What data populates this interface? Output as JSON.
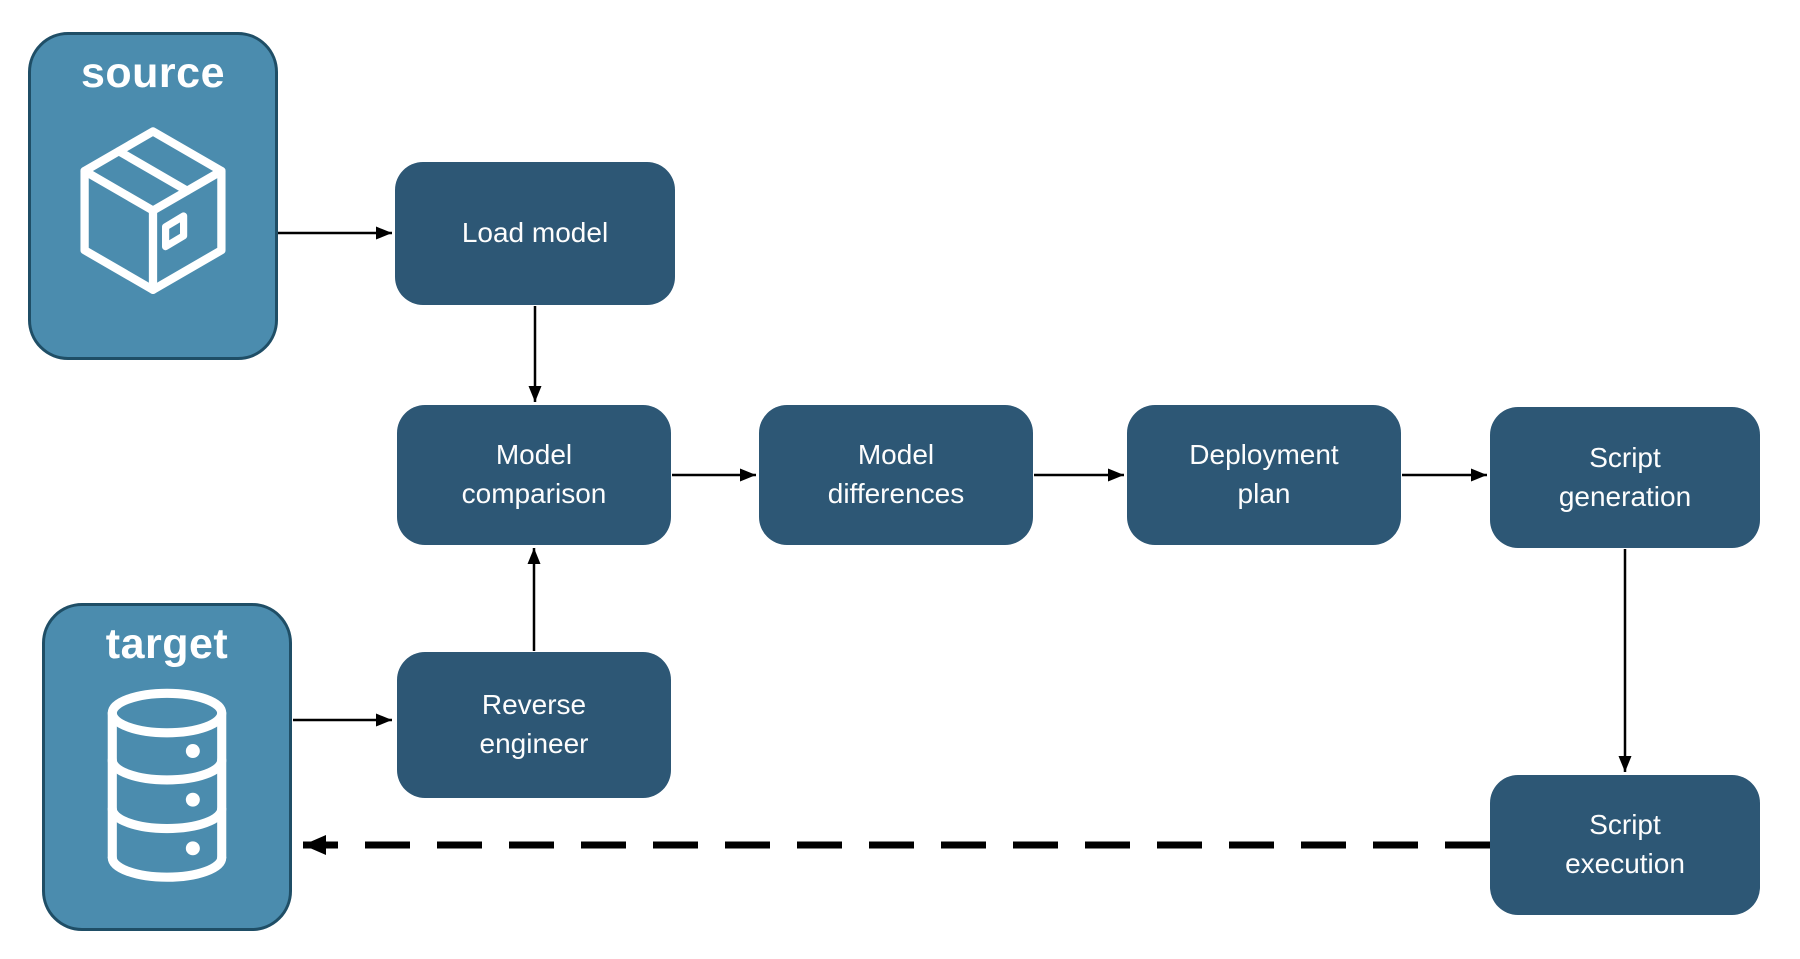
{
  "diagram": {
    "entities": {
      "source": {
        "label": "source",
        "icon": "package-icon"
      },
      "target": {
        "label": "target",
        "icon": "database-icon"
      }
    },
    "nodes": {
      "load_model": {
        "label": "Load model"
      },
      "model_comparison": {
        "label": "Model comparison"
      },
      "model_differences": {
        "label": "Model differences"
      },
      "deployment_plan": {
        "label": "Deployment plan"
      },
      "script_generation": {
        "label": "Script generation"
      },
      "reverse_engineer": {
        "label": "Reverse engineer"
      },
      "script_execution": {
        "label": "Script execution"
      }
    },
    "edges": [
      {
        "from": "source",
        "to": "load_model",
        "style": "solid"
      },
      {
        "from": "load_model",
        "to": "model_comparison",
        "style": "solid"
      },
      {
        "from": "model_comparison",
        "to": "model_differences",
        "style": "solid"
      },
      {
        "from": "model_differences",
        "to": "deployment_plan",
        "style": "solid"
      },
      {
        "from": "deployment_plan",
        "to": "script_generation",
        "style": "solid"
      },
      {
        "from": "script_generation",
        "to": "script_execution",
        "style": "solid"
      },
      {
        "from": "target",
        "to": "reverse_engineer",
        "style": "solid"
      },
      {
        "from": "reverse_engineer",
        "to": "model_comparison",
        "style": "solid"
      },
      {
        "from": "script_execution",
        "to": "target",
        "style": "dashed"
      }
    ],
    "colors": {
      "node_fill": "#2d5775",
      "entity_fill": "#4b8cae",
      "entity_border": "#1f4e66",
      "arrow": "#000000",
      "text": "#ffffff",
      "background": "#ffffff"
    }
  }
}
